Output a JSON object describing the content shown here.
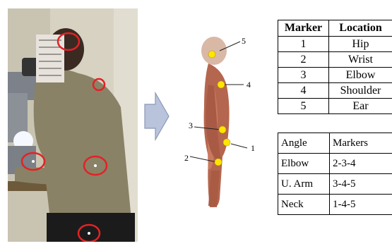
{
  "diagram": {
    "photo": {
      "description_icon": "person-at-microscope-photo",
      "marker_circle_color": "#e32226"
    },
    "arrow": {
      "color": "#b9c4dc",
      "stroke": "#8b97b7"
    },
    "anatomy": {
      "marker_color": "#ffe600",
      "labels": [
        "5",
        "4",
        "3",
        "2",
        "1"
      ]
    }
  },
  "marker_table": {
    "headers": [
      "Marker",
      "Location"
    ],
    "rows": [
      [
        "1",
        "Hip"
      ],
      [
        "2",
        "Wrist"
      ],
      [
        "3",
        "Elbow"
      ],
      [
        "4",
        "Shoulder"
      ],
      [
        "5",
        "Ear"
      ]
    ]
  },
  "angle_table": {
    "rows": [
      [
        "Angle",
        "Markers"
      ],
      [
        "Elbow",
        "2-3-4"
      ],
      [
        "U. Arm",
        "3-4-5"
      ],
      [
        "Neck",
        "1-4-5"
      ]
    ]
  }
}
